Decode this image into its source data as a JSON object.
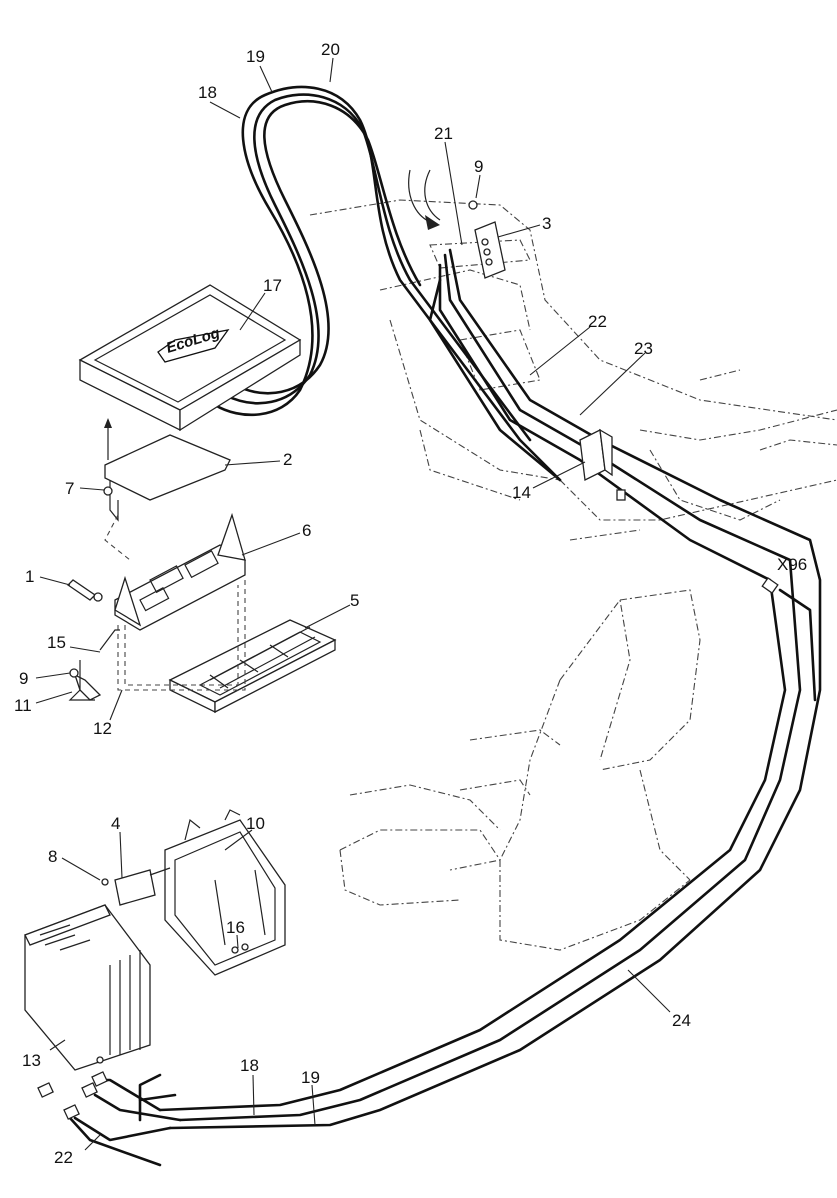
{
  "callouts": {
    "c1": "1",
    "c2": "2",
    "c3": "3",
    "c4": "4",
    "c5": "5",
    "c6": "6",
    "c7": "7",
    "c8": "8",
    "c9a": "9",
    "c9b": "9",
    "c10": "10",
    "c11": "11",
    "c12": "12",
    "c13": "13",
    "c14": "14",
    "c15": "15",
    "c16": "16",
    "c17": "17",
    "c18a": "18",
    "c18b": "18",
    "c19a": "19",
    "c19b": "19",
    "c20": "20",
    "c21": "21",
    "c22a": "22",
    "c22b": "22",
    "c23": "23",
    "c24": "24",
    "cx96": "X96"
  },
  "display": {
    "logo_text": "EcoLog"
  },
  "colors": {
    "line": "#111111",
    "background": "#ffffff"
  }
}
